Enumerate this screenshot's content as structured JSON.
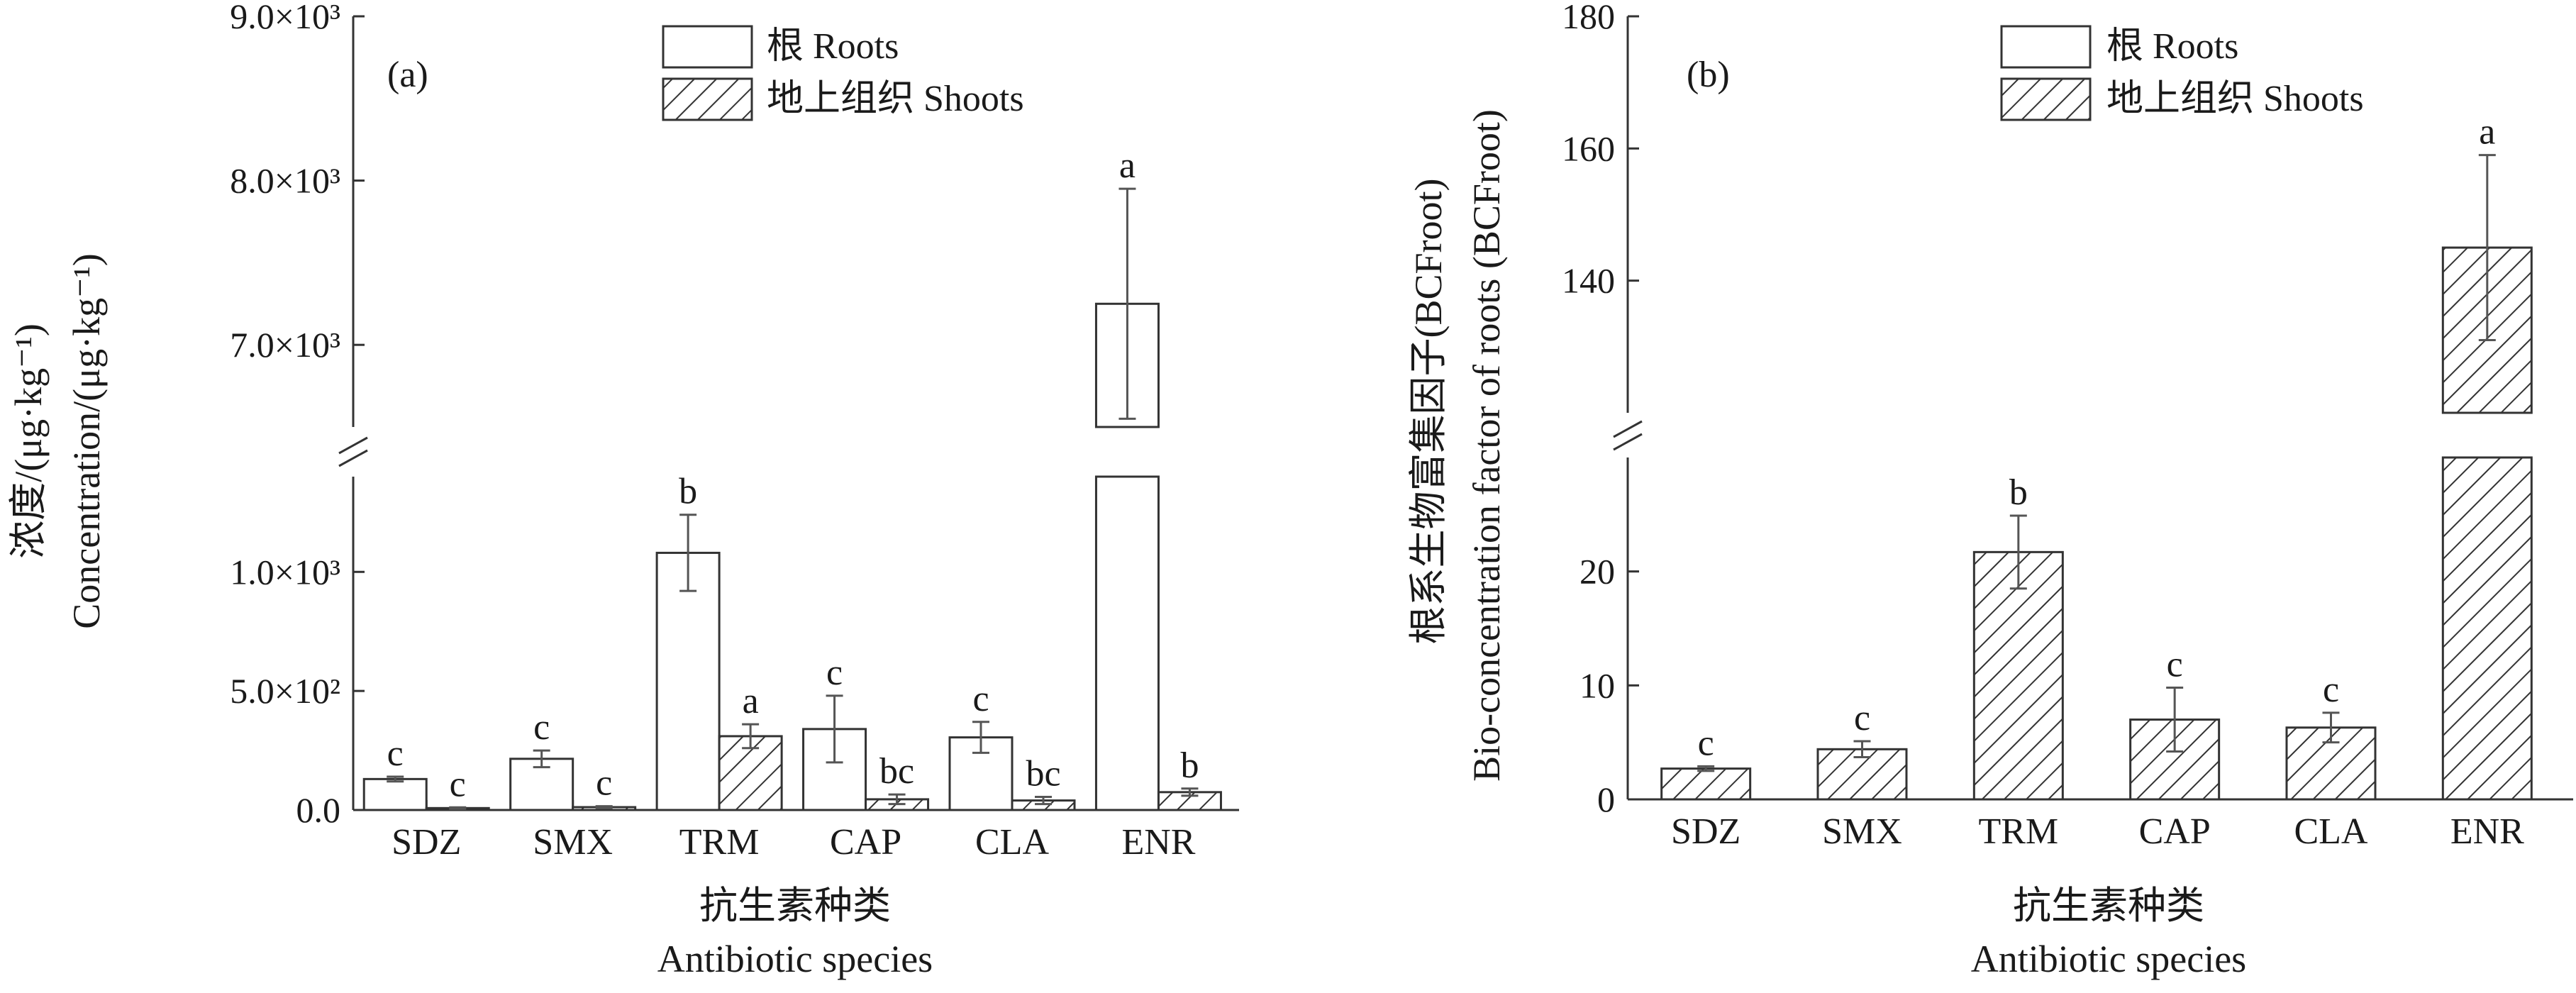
{
  "chart_data": [
    {
      "type": "bar",
      "panel_label": "(a)",
      "categories": [
        "SDZ",
        "SMX",
        "TRM",
        "CAP",
        "CLA",
        "ENR"
      ],
      "xlabel_cn": "抗生素种类",
      "xlabel_en": "Antibiotic species",
      "ylabel_cn": "浓度/(μg·kg⁻¹)",
      "ylabel_en": "Concentration/(μg·kg⁻¹)",
      "y_axis_break": true,
      "y_segments": [
        {
          "range": [
            0,
            1400
          ],
          "ticks": [
            {
              "value": 0,
              "label": "0.0"
            },
            {
              "value": 500,
              "label": "5.0×10²"
            },
            {
              "value": 1000,
              "label": "1.0×10³"
            }
          ]
        },
        {
          "range": [
            6500,
            9000
          ],
          "ticks": [
            {
              "value": 7000,
              "label": "7.0×10³"
            },
            {
              "value": 8000,
              "label": "8.0×10³"
            },
            {
              "value": 9000,
              "label": "9.0×10³"
            }
          ]
        }
      ],
      "legend_position": "top-center",
      "series": [
        {
          "name": "根 Roots",
          "pattern": "open",
          "values": [
            130,
            215,
            1080,
            340,
            305,
            7250
          ],
          "errors": [
            10,
            35,
            160,
            140,
            65,
            700
          ],
          "letters": [
            "c",
            "c",
            "b",
            "c",
            "c",
            "a"
          ]
        },
        {
          "name": "地上组织 Shoots",
          "pattern": "hatched",
          "values": [
            8,
            12,
            310,
            45,
            40,
            75
          ],
          "errors": [
            3,
            4,
            50,
            20,
            15,
            15
          ],
          "letters": [
            "c",
            "c",
            "a",
            "bc",
            "bc",
            "b"
          ]
        }
      ]
    },
    {
      "type": "bar",
      "panel_label": "(b)",
      "categories": [
        "SDZ",
        "SMX",
        "TRM",
        "CAP",
        "CLA",
        "ENR"
      ],
      "xlabel_cn": "抗生素种类",
      "xlabel_en": "Antibiotic species",
      "ylabel_cn": "根系生物富集因子(BCFroot)",
      "ylabel_en": "Bio-concentration factor of roots (BCFroot)",
      "y_axis_break": true,
      "y_segments": [
        {
          "range": [
            0,
            30
          ],
          "ticks": [
            {
              "value": 0,
              "label": "0"
            },
            {
              "value": 10,
              "label": "10"
            },
            {
              "value": 20,
              "label": "20"
            }
          ]
        },
        {
          "range": [
            120,
            180
          ],
          "ticks": [
            {
              "value": 140,
              "label": "140"
            },
            {
              "value": 160,
              "label": "160"
            },
            {
              "value": 180,
              "label": "180"
            }
          ]
        }
      ],
      "legend_position": "top-center",
      "legend_entries": [
        {
          "name": "根 Roots",
          "pattern": "open"
        },
        {
          "name": "地上组织 Shoots",
          "pattern": "hatched"
        }
      ],
      "series": [
        {
          "name": "BCFroot",
          "pattern": "hatched",
          "values": [
            2.7,
            4.4,
            21.7,
            7.0,
            6.3,
            145
          ],
          "errors": [
            0.2,
            0.7,
            3.2,
            2.8,
            1.3,
            14
          ],
          "letters": [
            "c",
            "c",
            "b",
            "c",
            "c",
            "a"
          ]
        }
      ]
    }
  ]
}
